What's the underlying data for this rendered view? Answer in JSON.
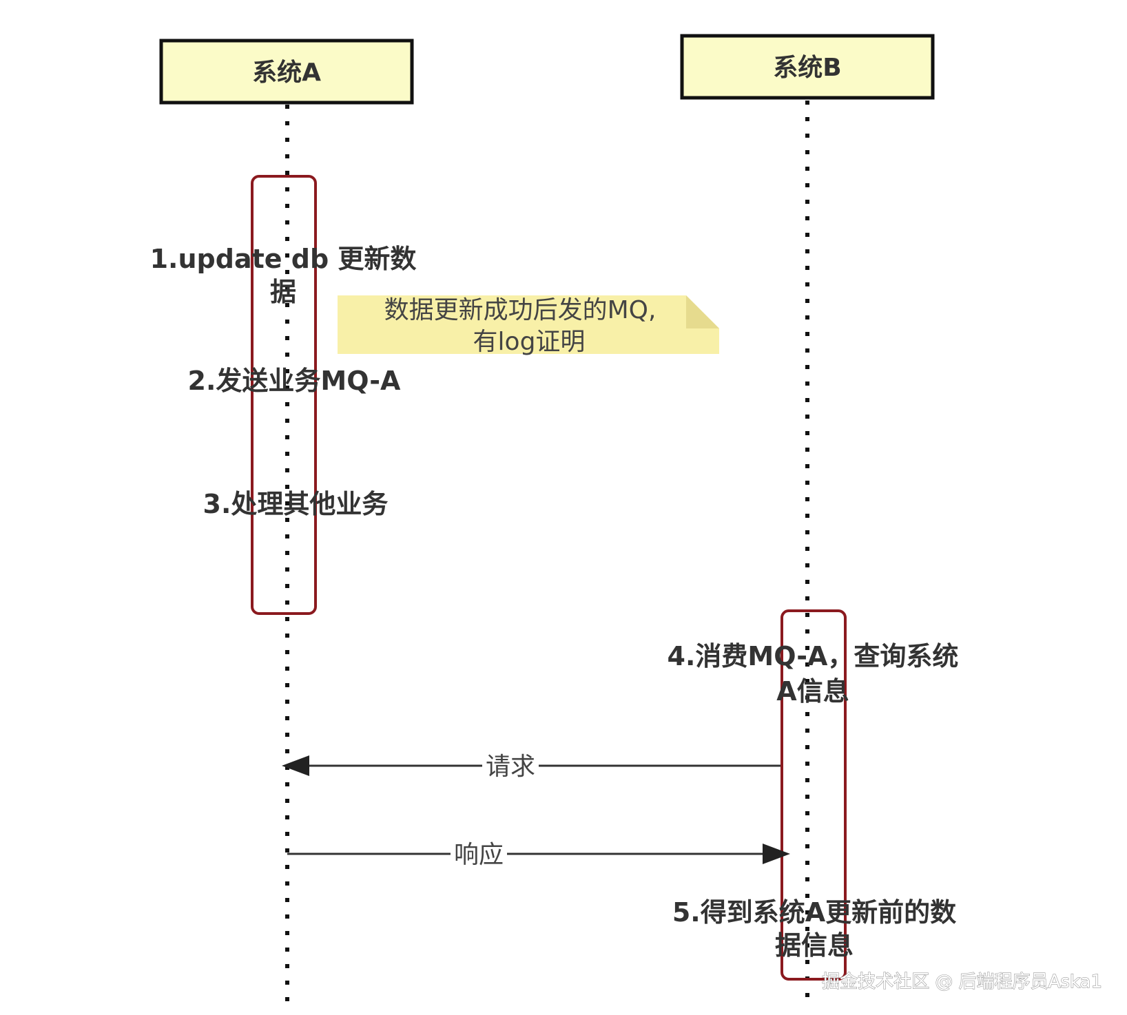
{
  "participants": [
    {
      "id": "a",
      "label": "系统A"
    },
    {
      "id": "b",
      "label": "系统B"
    }
  ],
  "steps": [
    {
      "id": "step1",
      "lines": [
        "1.update db 更新数",
        "据"
      ]
    },
    {
      "id": "step2",
      "lines": [
        "2.发送业务MQ-A"
      ]
    },
    {
      "id": "step3",
      "lines": [
        "3.处理其他业务"
      ]
    },
    {
      "id": "step4",
      "lines": [
        "4.消费MQ-A，查询系统",
        "A信息"
      ]
    },
    {
      "id": "step5",
      "lines": [
        "5.得到系统A更新前的数",
        "据信息"
      ]
    }
  ],
  "note": {
    "lines": [
      "数据更新成功后发的MQ,",
      "有log证明"
    ]
  },
  "messages": [
    {
      "id": "request",
      "label": "请求",
      "from": "b",
      "to": "a"
    },
    {
      "id": "response",
      "label": "响应",
      "from": "a",
      "to": "b"
    }
  ],
  "watermark": "掘金技术社区 @ 后端程序员Aska1",
  "colors": {
    "participant_fill": "#fbfbc8",
    "activation_stroke": "#8b1a1f",
    "note_fill": "#f8f0a8",
    "line": "#111111"
  }
}
